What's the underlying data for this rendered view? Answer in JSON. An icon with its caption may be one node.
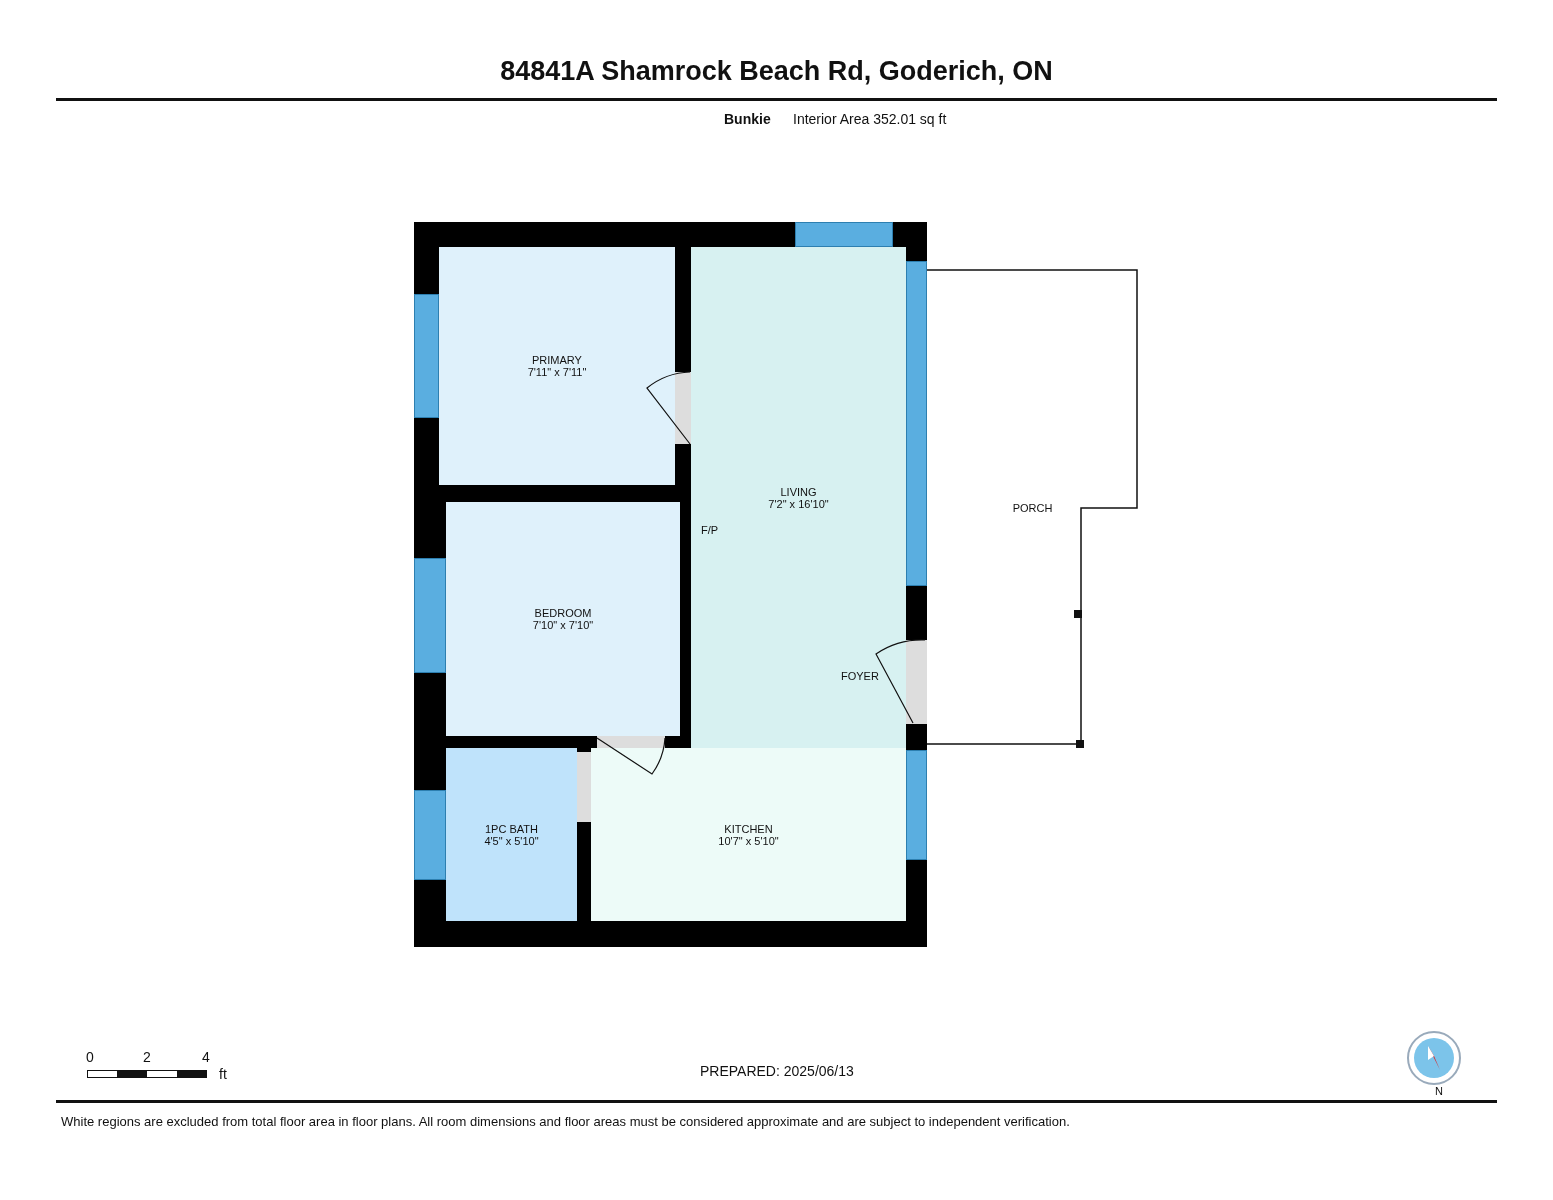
{
  "diagram": {
    "title": "84841A Shamrock Beach Rd, Goderich, ON",
    "nodes": [
      {
        "text": [
          "PRIMARY",
          "7'11\" x 7'11\""
        ]
      },
      {
        "text": [
          "LIVING",
          "7'2\" x 16'10\""
        ]
      },
      {
        "text": [
          "PORCH"
        ]
      },
      {
        "text": [
          "BEDROOM",
          "7'10\" x 7'10\""
        ]
      },
      {
        "text": [
          "1PC BATH",
          "4'5\" x 5'10\""
        ]
      },
      {
        "text": [
          "KITCHEN",
          "10'7\" x 5'10\""
        ]
      }
    ],
    "labels": [
      "Bunkie",
      "Interior Area 352.01 sq ft",
      "F/P",
      "FOYER",
      "0",
      "2",
      "4",
      "ft",
      "PREPARED: 2025/06/13",
      "N",
      "White regions are excluded from total floor area in floor plans. All room dimensions and floor areas must be considered approximate and are subject to independent verification."
    ]
  }
}
